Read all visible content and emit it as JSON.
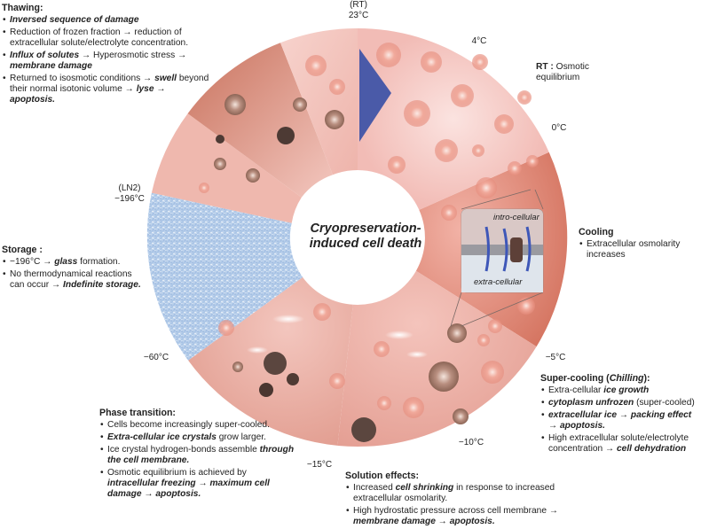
{
  "center_title": "Cryopreservation-induced cell death",
  "temps": {
    "rt_label": "(RT)",
    "rt": "23°C",
    "t4": "4°C",
    "t0": "0°C",
    "tm5": "−5°C",
    "tm10": "−10°C",
    "tm15": "−15°C",
    "tm60": "−60°C",
    "ln2_label": "(LN2)",
    "ln2": "−196°C"
  },
  "rt_box": {
    "head": "RT :",
    "text": "Osmotic equilibrium"
  },
  "inset": {
    "top": "intro-cellular",
    "bottom": "extra-cellular"
  },
  "thawing": {
    "title": "Thawing:",
    "b1": "Inversed sequence of damage",
    "b2": "Reduction of frozen fraction → reduction of extracellular solute/electrolyte concentration.",
    "b3a": "Influx of solutes",
    "b3b": " → Hyperosmotic stress → ",
    "b3c": "membrane damage",
    "b4a": "Returned to isosmotic conditions → ",
    "b4b": "swell",
    "b4c": " beyond their normal isotonic volume → ",
    "b4d": "lyse → apoptosis."
  },
  "storage": {
    "title": "Storage :",
    "b1a": "−196°C → ",
    "b1b": "glass",
    "b1c": " formation.",
    "b2a": "No thermodynamical reactions can occur → ",
    "b2b": "Indefinite storage."
  },
  "cooling": {
    "title": "Cooling",
    "b1": "Extracellular osmolarity increases"
  },
  "supercooling": {
    "title_a": "Super-cooling (",
    "title_b": "Chilling",
    "title_c": "):",
    "b1a": "Extra-cellular ",
    "b1b": "ice growth",
    "b2a": "cytoplasm unfrozen",
    "b2b": " (super-cooled)",
    "b3": "extracellular ice → packing effect → apoptosis.",
    "b4a": "High extracellular solute/electrolyte concentration → ",
    "b4b": "cell dehydration"
  },
  "phase": {
    "title": "Phase transition:",
    "b1": "Cells become increasingly super-cooled.",
    "b2a": "Extra-cellular ice crystals",
    "b2b": " grow larger.",
    "b3a": "Ice crystal hydrogen-bonds assemble ",
    "b3b": "through the cell membrane.",
    "b4a": "Osmotic equilibrium is achieved by ",
    "b4b": "intracellular freezing → maximum cell damage → apoptosis."
  },
  "solution": {
    "title": "Solution effects:",
    "b1a": "Increased ",
    "b1b": "cell shrinking",
    "b1c": " in response to increased extracellular osmolarity.",
    "b2a": "High hydrostatic pressure across cell membrane → ",
    "b2b": "membrane damage → apoptosis."
  }
}
